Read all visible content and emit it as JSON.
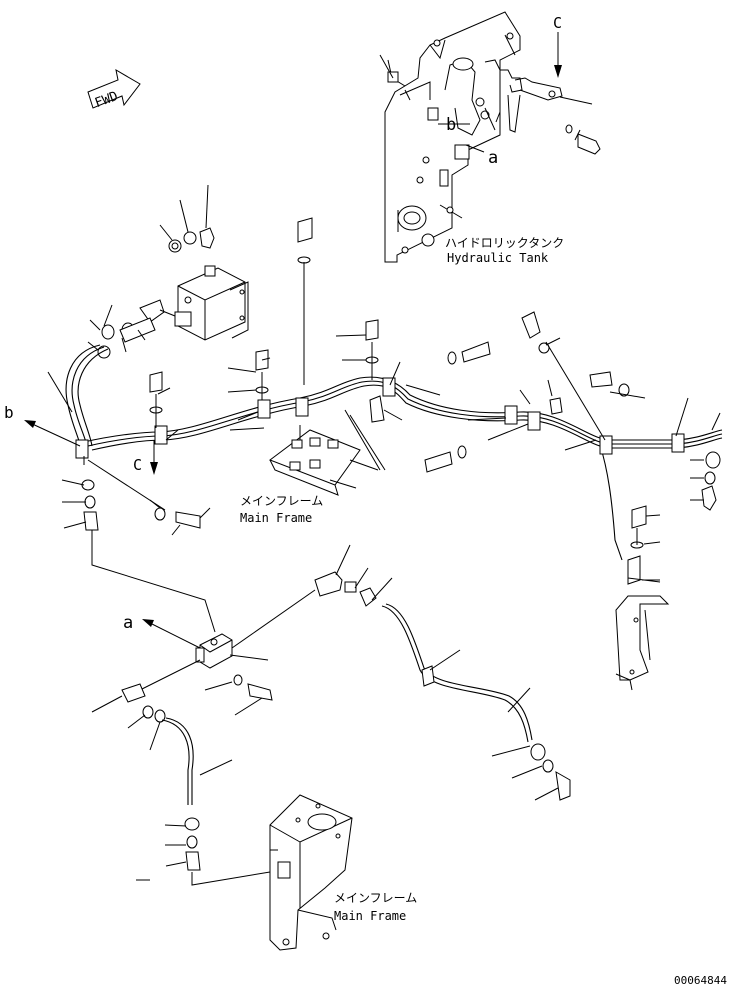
{
  "labels": {
    "fwd": "FWD",
    "view_c_top": "C",
    "view_c_mid": "C",
    "ref_b_top": "b",
    "ref_a_top": "a",
    "ref_b_left": "b",
    "ref_a_mid": "a",
    "hydraulic_tank_jp": "ハイドロリックタンク",
    "hydraulic_tank_en": "Hydraulic Tank",
    "main_frame_jp_1": "メインフレーム",
    "main_frame_en_1": "Main Frame",
    "main_frame_jp_2": "メインフレーム",
    "main_frame_en_2": "Main Frame",
    "drawing_number": "00064844"
  }
}
